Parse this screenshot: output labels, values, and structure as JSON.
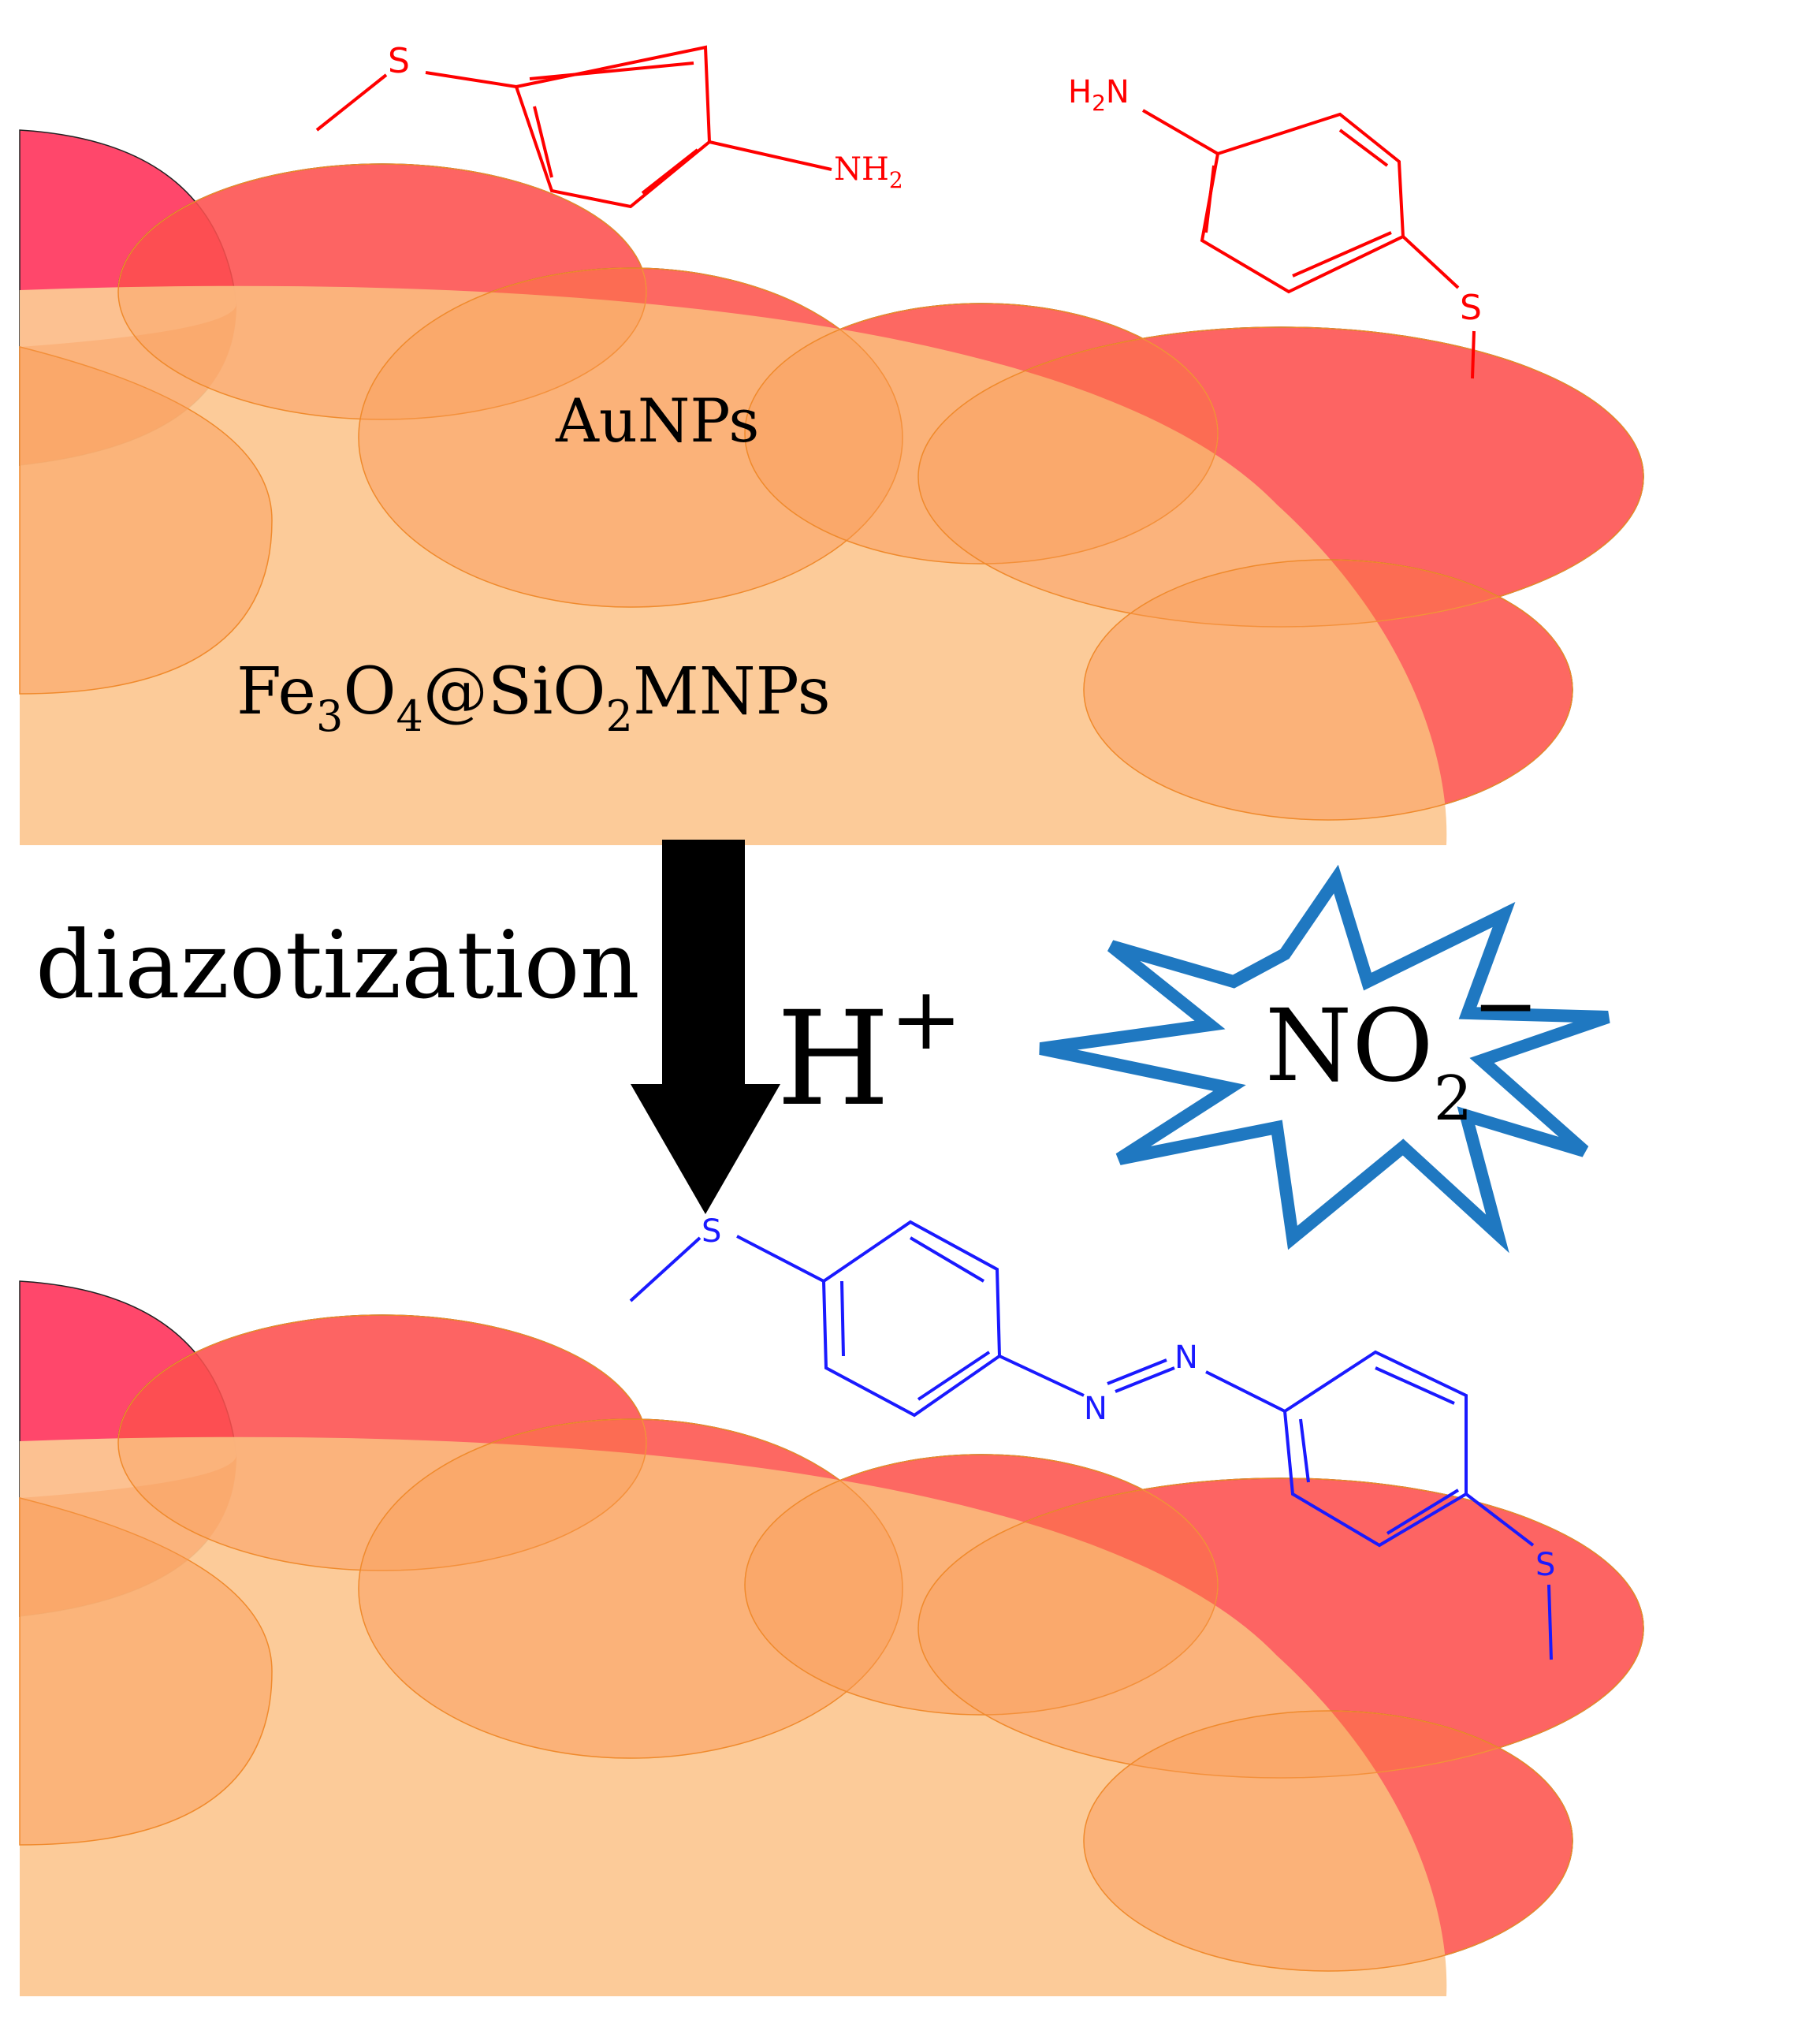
{
  "labels": {
    "aunps": "AuNPs",
    "mnps_prefix": "Fe",
    "mnps_sub1": "3",
    "mnps_o": "O",
    "mnps_sub2": "4",
    "mnps_mid": "@SiO",
    "mnps_sub3": "2",
    "mnps_suffix": "MNPs",
    "reaction": "diazotization",
    "proton": "H",
    "proton_sup": "+",
    "nitrite": "NO",
    "nitrite_sub": "2",
    "nitrite_charge": "−"
  },
  "molecules": {
    "top_left": {
      "s": "S",
      "amine_n": "NH",
      "amine_sub": "2"
    },
    "top_right": {
      "amine_h": "H",
      "amine_sub": "2",
      "amine_n": "N",
      "s": "S"
    },
    "product": {
      "s_left": "S",
      "n1": "N",
      "n2": "N",
      "s_right": "S"
    }
  },
  "colors": {
    "gold": "#ff1f4b",
    "core": "#fcc894",
    "core_particle": "#fa9a55",
    "reactant": "#ff0000",
    "product": "#1a1aff",
    "starburst": "#1f78c1",
    "arrow": "#000000"
  },
  "icons": {
    "arrow": "down-arrow-icon",
    "starburst": "starburst-icon"
  }
}
